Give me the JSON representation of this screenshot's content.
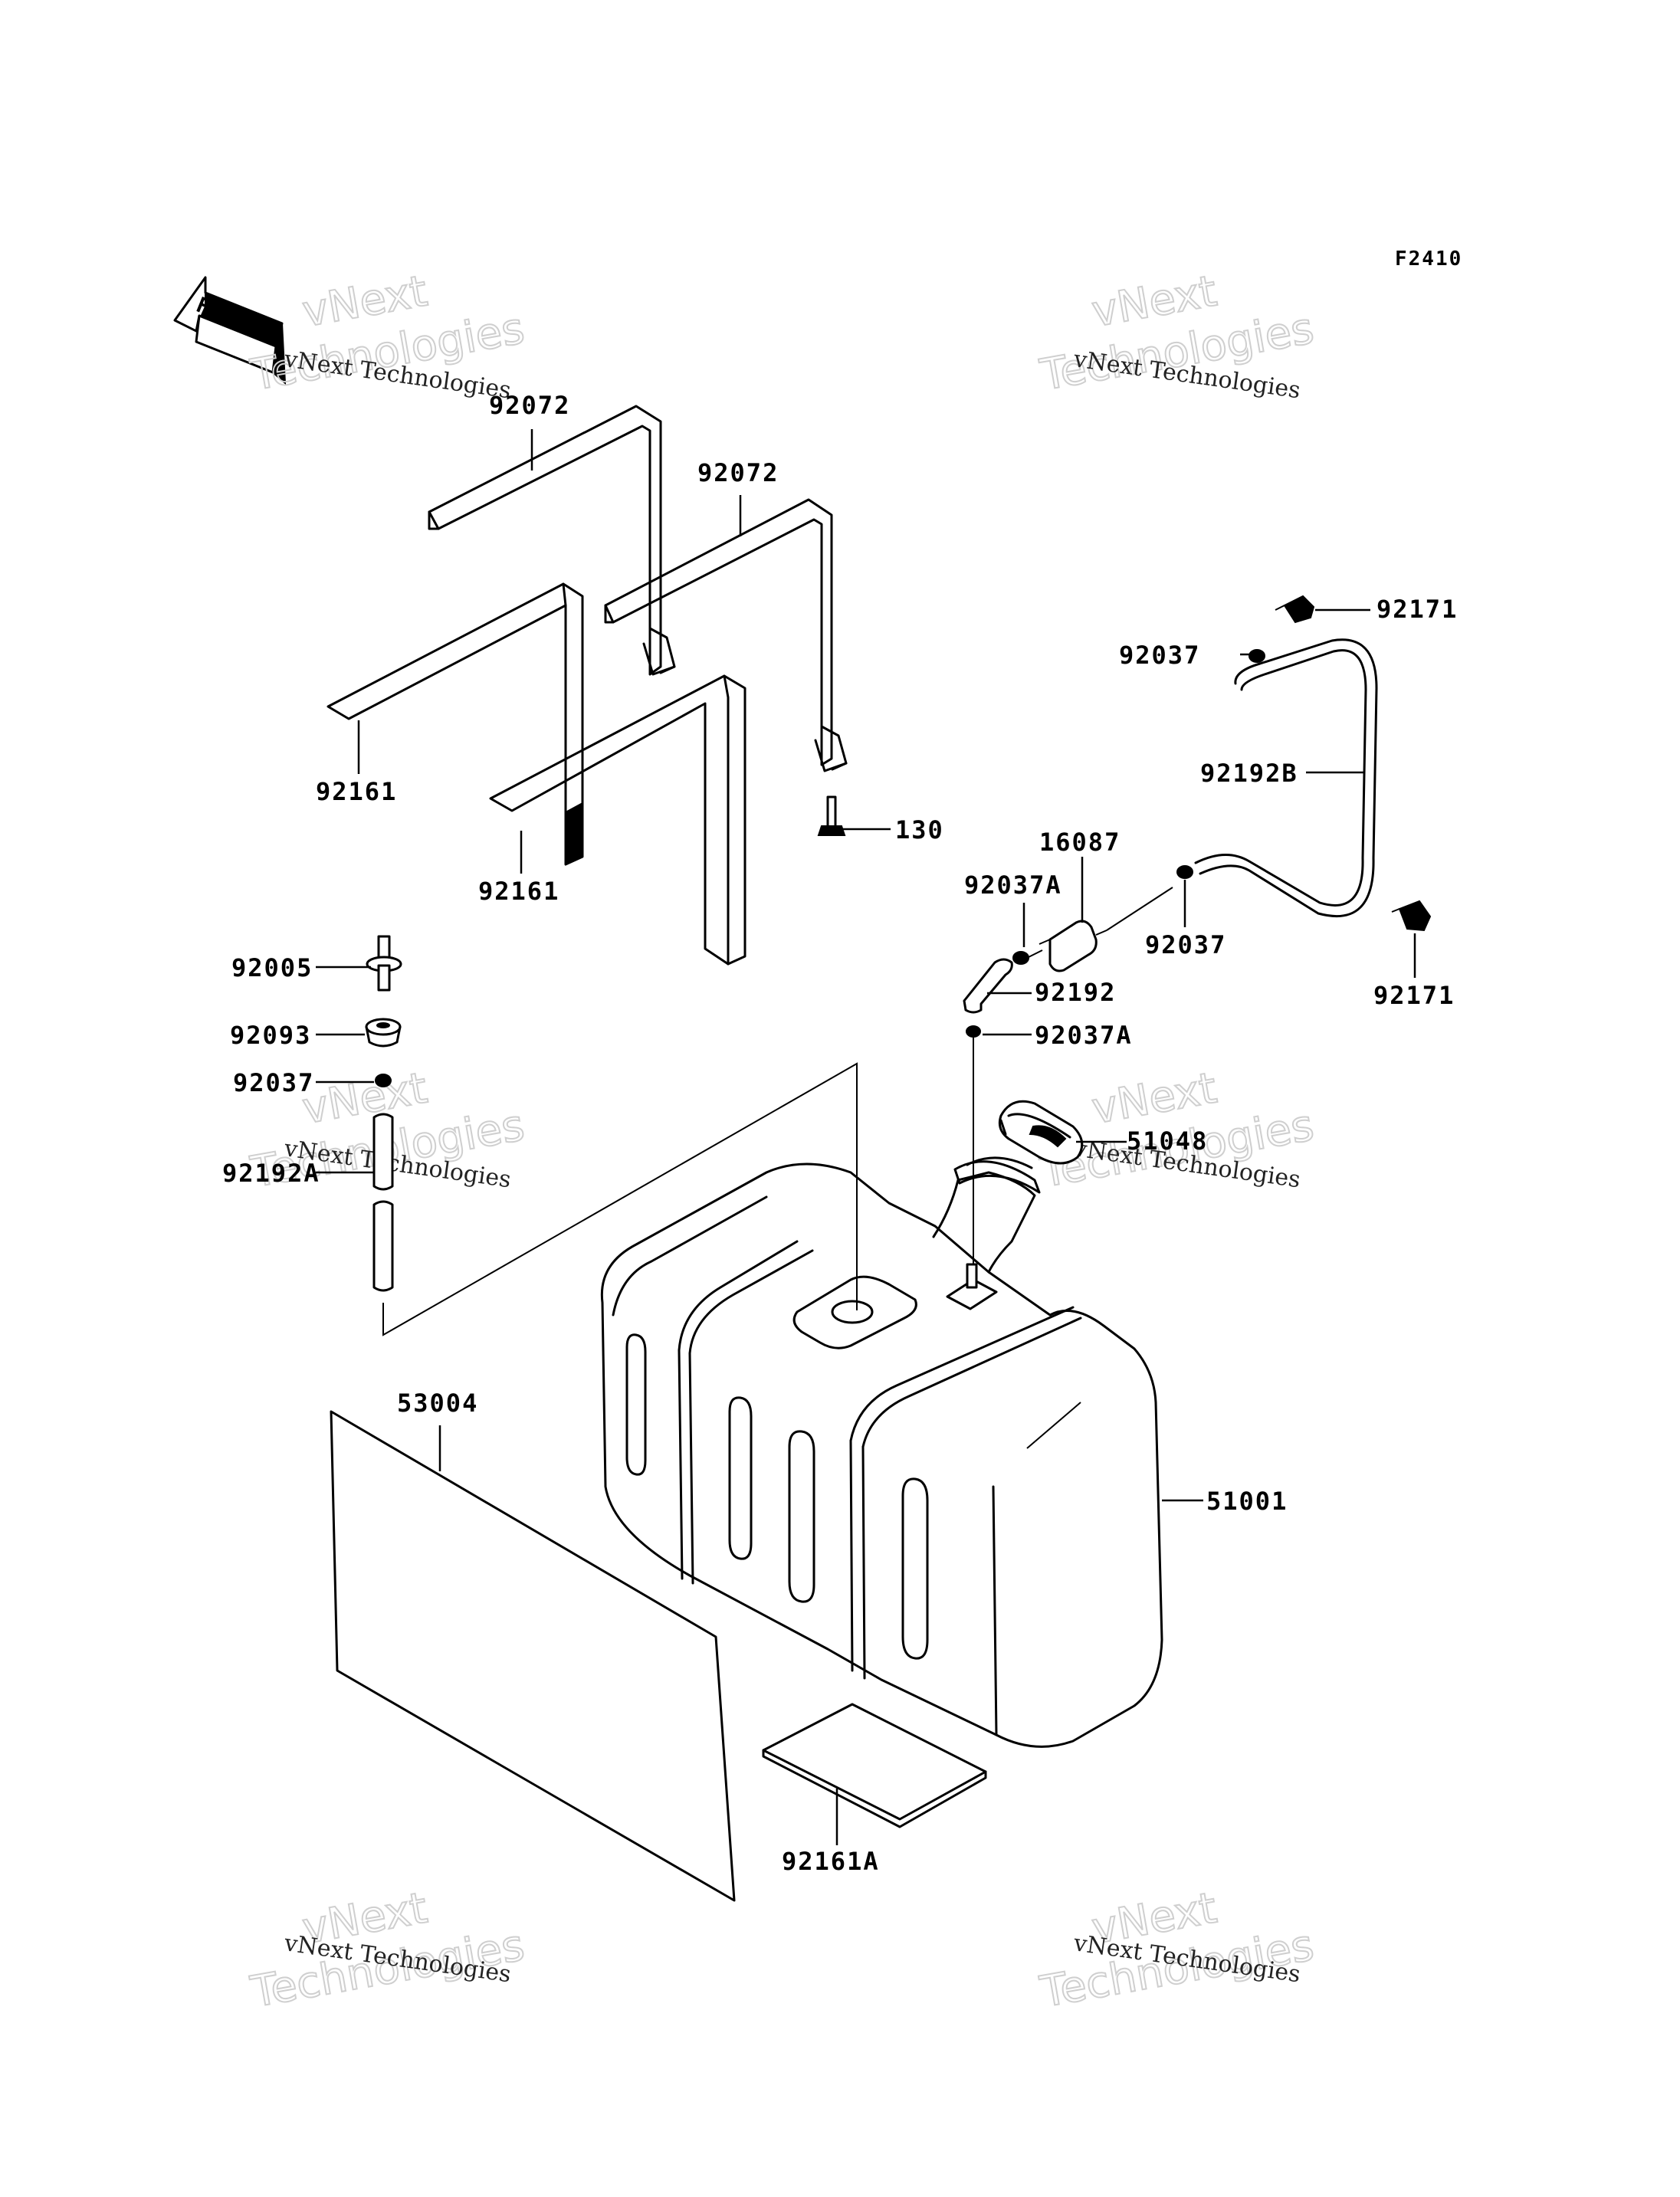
{
  "figure_code": "F2410",
  "front_label": "FRONT",
  "watermark": {
    "line1": "vNext Technologies",
    "line2": "vNext",
    "line3": "Technologies"
  },
  "callouts": [
    {
      "id": "92072-left",
      "text": "92072"
    },
    {
      "id": "92072-right",
      "text": "92072"
    },
    {
      "id": "92161-left",
      "text": "92161"
    },
    {
      "id": "92161-right",
      "text": "92161"
    },
    {
      "id": "130",
      "text": "130"
    },
    {
      "id": "92005",
      "text": "92005"
    },
    {
      "id": "92093",
      "text": "92093"
    },
    {
      "id": "92037-left",
      "text": "92037"
    },
    {
      "id": "92192A",
      "text": "92192A"
    },
    {
      "id": "53004",
      "text": "53004"
    },
    {
      "id": "92161A",
      "text": "92161A"
    },
    {
      "id": "51001",
      "text": "51001"
    },
    {
      "id": "51048",
      "text": "51048"
    },
    {
      "id": "92037A-lower",
      "text": "92037A"
    },
    {
      "id": "92192",
      "text": "92192"
    },
    {
      "id": "92037A-upper",
      "text": "92037A"
    },
    {
      "id": "16087",
      "text": "16087"
    },
    {
      "id": "92037-mid",
      "text": "92037"
    },
    {
      "id": "92037-top",
      "text": "92037"
    },
    {
      "id": "92171-top",
      "text": "92171"
    },
    {
      "id": "92192B",
      "text": "92192B"
    },
    {
      "id": "92171-bottom",
      "text": "92171"
    }
  ]
}
